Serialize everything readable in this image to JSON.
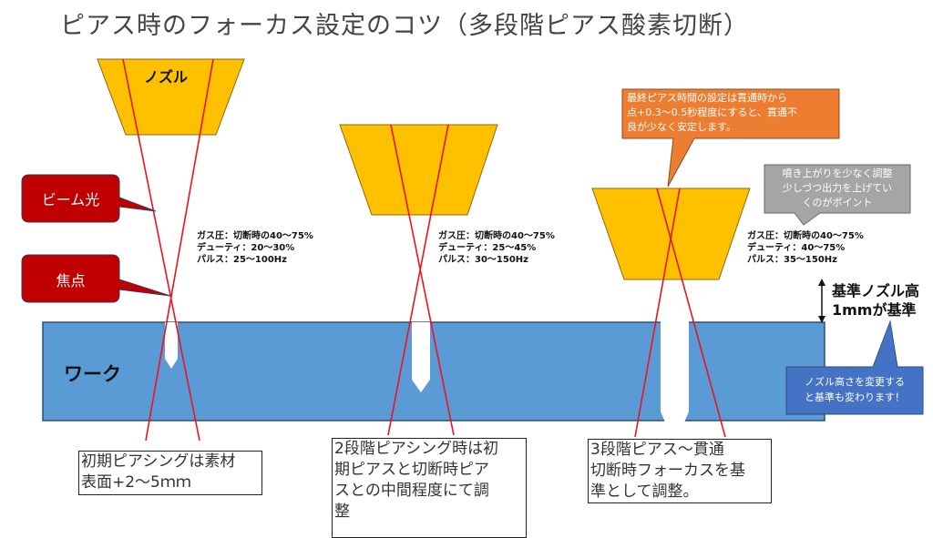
{
  "title": "ピアス時のフォーカス設定のコツ（多段階ピアス酸素切断）",
  "labels": {
    "nozzle": "ノズル",
    "workpiece": "ワーク",
    "beam_light": "ビーム光",
    "focal_point": "焦点",
    "reference_height": [
      "基準ノズル高",
      "1mmが基準"
    ]
  },
  "stages": [
    {
      "params": [
        "ガス圧：切断時の40～75%",
        "デューティ：20～30%",
        "パルス：25～100Hz"
      ],
      "note": [
        "初期ピアシングは素材",
        "表面+2～5ｍｍ"
      ]
    },
    {
      "params": [
        "ガス圧：切断時の40～75%",
        "デューティ：25～45%",
        "パルス：30～150Hz"
      ],
      "note": [
        "2段階ピアシング時は初",
        "期ピアスと切断時ピア",
        "スとの中間程度にて調",
        "整"
      ]
    },
    {
      "params": [
        "ガス圧：切断時の40～75%",
        "デューティ：40～75%",
        "パルス：35～150Hz"
      ],
      "note": [
        "3段階ピアス～貫通",
        "切断時フォーカスを基",
        "準として調整。"
      ]
    }
  ],
  "callouts": {
    "final_pierce": [
      "最終ピアス時間の設定は貫通時から",
      "点+0.3～0.5秒程度にすると、貫通不",
      "良が少なく安定します。"
    ],
    "spatter_tip": [
      "噴き上がりを少なく調整",
      "少しづつ出力を上げてい",
      "くのがポイント"
    ],
    "nozzle_height_change": [
      "ノズル高さを変更する",
      "と基準も変わります！"
    ]
  },
  "colors": {
    "nozzle_fill": "#FFC000",
    "nozzle_stroke": "#8B6914",
    "work_fill": "#5B9BD5",
    "work_stroke": "#2F4F74",
    "beam": "#E8141E",
    "callout_red": "#C00000",
    "callout_orange": "#ED7D31",
    "callout_gray": "#A5A5A5",
    "callout_blue": "#4472C4"
  }
}
